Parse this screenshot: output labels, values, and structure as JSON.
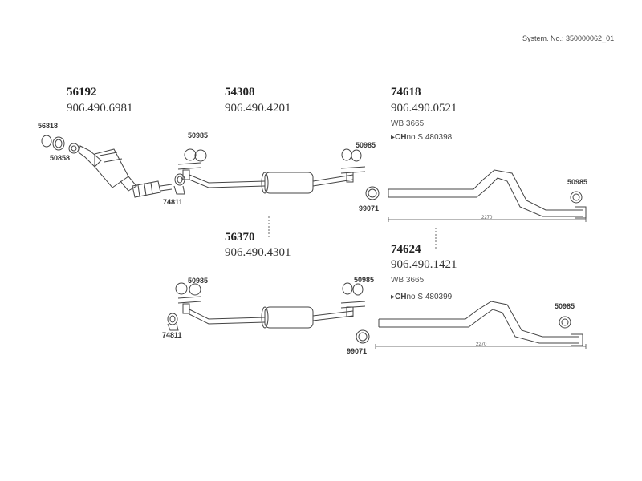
{
  "header": {
    "system_no": "System. No.: 350000062_01"
  },
  "parts": [
    {
      "id": "p56192",
      "number": "56192",
      "oe": "906.490.6981"
    },
    {
      "id": "p54308",
      "number": "54308",
      "oe": "906.490.4201"
    },
    {
      "id": "p74618",
      "number": "74618",
      "oe": "906.490.0521",
      "wb": "WB 3665",
      "ch_prefix": "CH",
      "ch_text": "no S 480398"
    },
    {
      "id": "p56370",
      "number": "56370",
      "oe": "906.490.4301"
    },
    {
      "id": "p74624",
      "number": "74624",
      "oe": "906.490.1421",
      "wb": "WB 3665",
      "ch_prefix": "CH",
      "ch_text": "no S 480399"
    }
  ],
  "callouts": {
    "c56818": "56818",
    "c50858": "50858",
    "c74811a": "74811",
    "c50985a": "50985",
    "c50985b": "50985",
    "c99071a": "99071",
    "c50985c": "50985",
    "c50985d": "50985",
    "c74811b": "74811",
    "c50985e": "50985",
    "c99071b": "99071",
    "c50985f": "50985"
  },
  "dimensions": {
    "d1": "2270",
    "d2": "2270"
  }
}
